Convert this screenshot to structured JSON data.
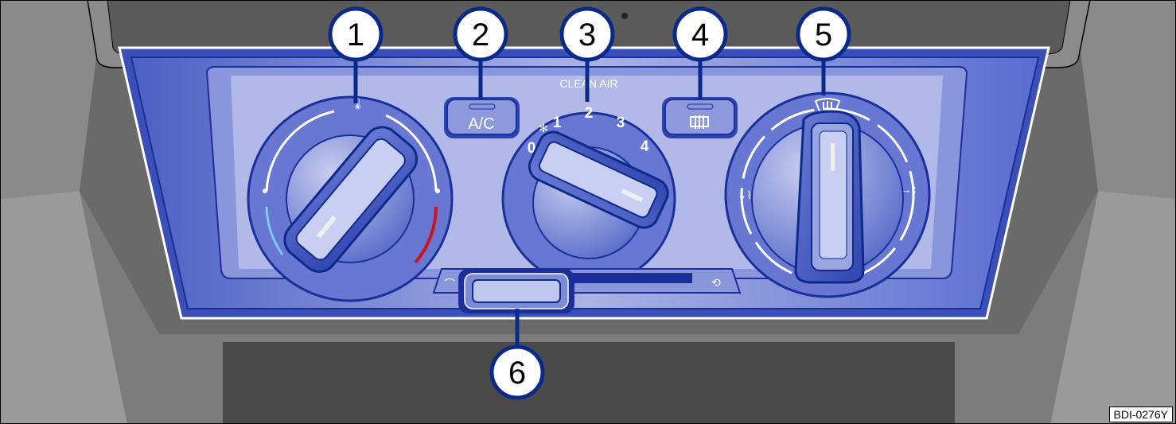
{
  "figure_id": "BDI-0276Y",
  "callouts": [
    "1",
    "2",
    "3",
    "4",
    "5",
    "6"
  ],
  "panel": {
    "clean_air_label": "CLEAN AIR",
    "ac_button_label": "A/C",
    "fan_speeds": [
      "0",
      "1",
      "2",
      "3",
      "4"
    ]
  },
  "colors": {
    "panel_blue": "#5b6fd0",
    "callout_border": "#0a2a8a",
    "cold": "#7fc8f0",
    "hot": "#d0101a"
  }
}
